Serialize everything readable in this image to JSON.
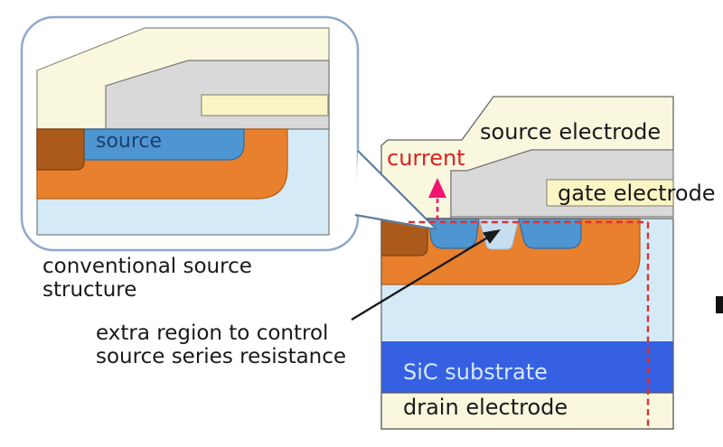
{
  "figure": {
    "inset": {
      "source_region_label": "source",
      "caption": "conventional source\nstructure"
    },
    "device": {
      "current_label": "current",
      "source_electrode_label": "source electrode",
      "gate_electrode_label": "gate electrode",
      "sic_substrate_label": "SiC substrate",
      "drain_electrode_label": "drain electrode"
    },
    "annotation": "extra region to control\nsource series resistance"
  },
  "colors": {
    "electrode_cream": "#FAF7DF",
    "gate_yellow": "#FAF5C4",
    "metal_gray": "#D9D9D9",
    "pwell_orange": "#E8802D",
    "contact_brown": "#AC5A1B",
    "source_blue": "#4D96D2",
    "extra_region_lightblue": "#C6DEF0",
    "drift_lightblue": "#D4EAF7",
    "substrate_blue": "#3560E2",
    "current_pink": "#F3146F",
    "dashed_red": "#DC3230",
    "label_red": "#DD2222",
    "source_text_navy": "#1F3E6B",
    "sic_text_lightblue": "#D6E7FF",
    "callout_line": "#5E7D9E",
    "inset_border": "#8FA9CC"
  }
}
